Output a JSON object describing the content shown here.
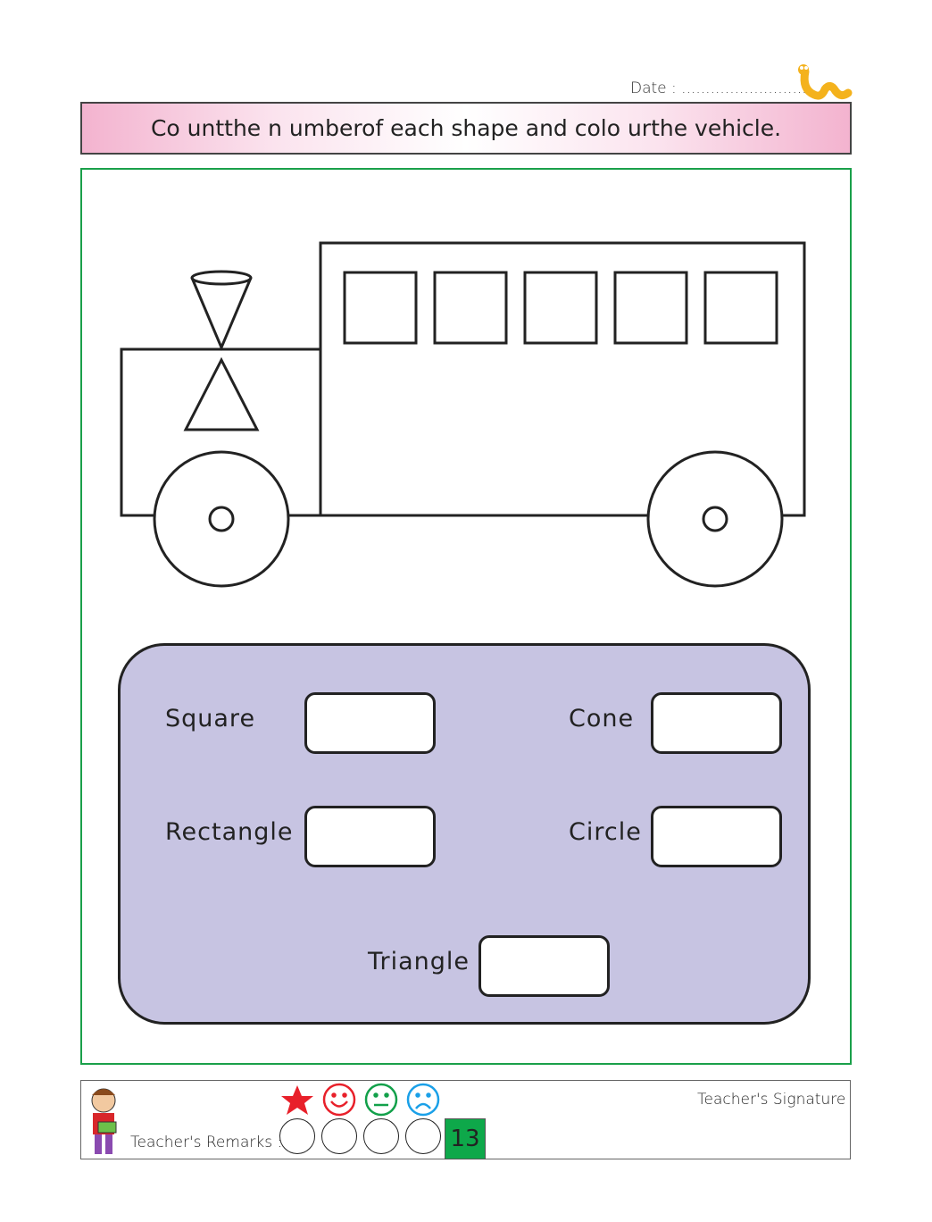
{
  "header": {
    "date_label": "Date : ..............................",
    "instruction": "Co untthe n umberof each shape and colo urthe vehicle."
  },
  "answers": {
    "square": "Square",
    "cone": "Cone",
    "rectangle": "Rectangle",
    "circle": "Circle",
    "triangle": "Triangle"
  },
  "footer": {
    "remarks_label": "Teacher's Remarks :",
    "signature_label": "Teacher's Signature",
    "page_number": "13"
  },
  "colors": {
    "frame": "#1aa04a",
    "panel": "#c7c4e2",
    "star": "#e8202a",
    "smile": "#e8202a",
    "neutral": "#12a04a",
    "sad": "#1aa0e8",
    "page_box": "#0ea84a"
  }
}
